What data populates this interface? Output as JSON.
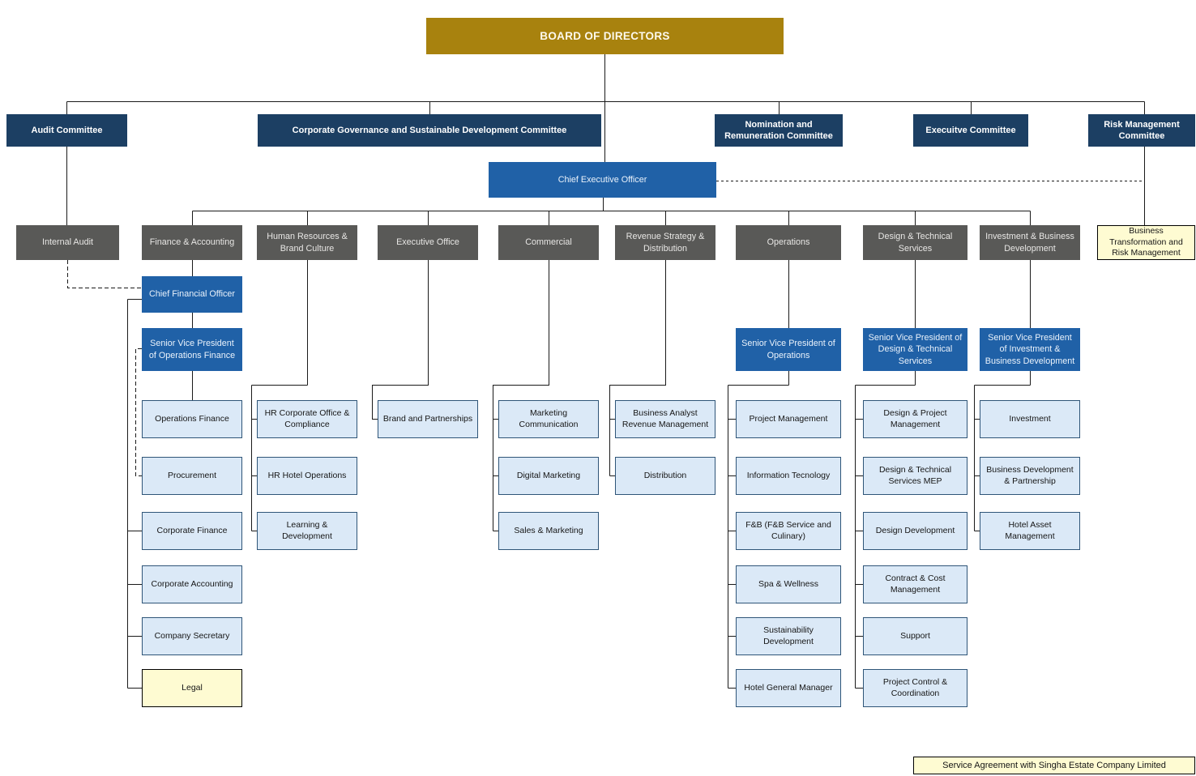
{
  "palette": {
    "board_gold": "#A8820E",
    "committee_navy": "#1C3F63",
    "executive_blue": "#2061A7",
    "department_gray": "#595957",
    "unit_lightblue": "#DBE9F7",
    "unit_lightblue_border": "#2F5578",
    "special_yellow": "#FEFBD2",
    "connector_black": "#1A1A1A"
  },
  "nodes": {
    "board": "BOARD OF DIRECTORS",
    "audit_committee": "Audit Committee",
    "corp_gov_committee": "Corporate Governance and Sustainable Development Committee",
    "nomination_committee": "Nomination and Remuneration Committee",
    "executive_committee": "Execuitve Committee",
    "risk_committee": "Risk Management Committee",
    "ceo": "Chief Executive Officer",
    "internal_audit": "Internal Audit",
    "finance_accounting": "Finance & Accounting",
    "hr_brand_culture": "Human Resources & Brand Culture",
    "executive_office": "Executive Office",
    "commercial": "Commercial",
    "revenue_strategy": "Revenue Strategy & Distribution",
    "operations": "Operations",
    "design_technical": "Design & Technical Services",
    "investment_business_dev": "Investment & Business Development",
    "business_transformation": "Business Transformation and Risk Management",
    "cfo": "Chief Financial Officer",
    "svp_operations_finance": "Senior Vice President of Operations Finance",
    "operations_finance": "Operations Finance",
    "procurement": "Procurement",
    "corporate_finance": "Corporate Finance",
    "corporate_accounting": "Corporate Accounting",
    "company_secretary": "Company Secretary",
    "legal": "Legal",
    "hr_corporate_office": "HR Corporate Office & Compliance",
    "hr_hotel_operations": "HR Hotel Operations",
    "learning_development": "Learning & Development",
    "brand_partnerships": "Brand and Partnerships",
    "marketing_communication": "Marketing Communication",
    "digital_marketing": "Digital Marketing",
    "sales_marketing": "Sales & Marketing",
    "business_analyst_revenue": "Business Analyst Revenue Management",
    "distribution": "Distribution",
    "svp_operations": "Senior Vice President of Operations",
    "project_management": "Project Management",
    "information_technology": "Information Tecnology",
    "fnb": "F&B (F&B Service and Culinary)",
    "spa_wellness": "Spa & Wellness",
    "sustainability_development": "Sustainability Development",
    "hotel_general_manager": "Hotel General Manager",
    "svp_design_technical": "Senior Vice President of Design & Technical Services",
    "design_project_management": "Design & Project Management",
    "design_technical_mep": "Design & Technical Services MEP",
    "design_development": "Design Development",
    "contract_cost_management": "Contract & Cost Management",
    "support": "Support",
    "project_control_coordination": "Project Control & Coordination",
    "svp_investment": "Senior Vice President of Investment & Business Development",
    "investment": "Investment",
    "business_dev_partnership": "Business Development & Partnership",
    "hotel_asset_management": "Hotel Asset Management",
    "service_agreement": "Service Agreement with Singha Estate Company Limited"
  }
}
